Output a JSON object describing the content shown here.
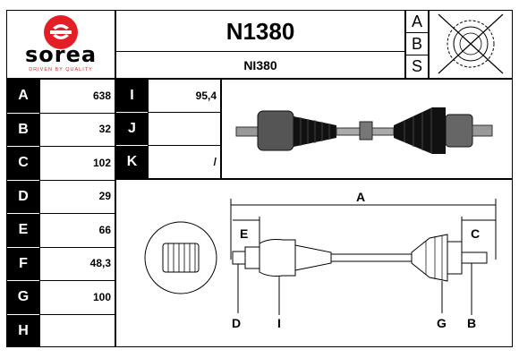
{
  "brand": {
    "name": "sorea",
    "tagline": "DRIVEN BY QUALITY",
    "color": "#e31e24"
  },
  "header": {
    "part_number": "N1380",
    "sub_number": "NI380",
    "side_letters": [
      "A",
      "B",
      "S"
    ]
  },
  "spec_rows_left": [
    {
      "label": "A",
      "value": "638"
    },
    {
      "label": "B",
      "value": "32"
    },
    {
      "label": "C",
      "value": "102"
    },
    {
      "label": "D",
      "value": "29"
    },
    {
      "label": "E",
      "value": "66"
    },
    {
      "label": "F",
      "value": "48,3"
    },
    {
      "label": "G",
      "value": "100"
    },
    {
      "label": "H",
      "value": ""
    }
  ],
  "spec_rows_mid": [
    {
      "label": "I",
      "value": "95,4"
    },
    {
      "label": "J",
      "value": ""
    },
    {
      "label": "K",
      "value": "/"
    }
  ],
  "diagram_labels": {
    "A": "A",
    "B": "B",
    "C": "C",
    "D": "D",
    "E": "E",
    "G": "G",
    "I": "I"
  }
}
